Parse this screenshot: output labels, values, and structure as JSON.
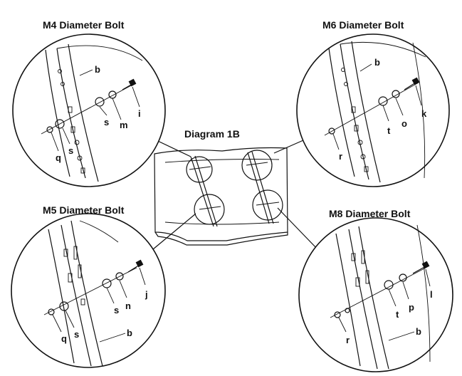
{
  "center": {
    "title": "Diagram 1B"
  },
  "details": [
    {
      "id": "m4",
      "title": "M4 Diameter Bolt",
      "labels": {
        "bracket": "b",
        "spacer": "s",
        "washer": "m",
        "bolt": "i",
        "nut": "q",
        "spacer2": "s"
      }
    },
    {
      "id": "m6",
      "title": "M6 Diameter Bolt",
      "labels": {
        "bracket": "b",
        "spacer": "t",
        "washer": "o",
        "bolt": "k",
        "nut": "r"
      }
    },
    {
      "id": "m5",
      "title": "M5 Diameter Bolt",
      "labels": {
        "bracket": "b",
        "spacer": "s",
        "washer": "n",
        "bolt": "j",
        "nut": "q",
        "spacer2": "s"
      }
    },
    {
      "id": "m8",
      "title": "M8 Diameter Bolt",
      "labels": {
        "bracket": "b",
        "spacer": "t",
        "washer": "p",
        "bolt": "l",
        "nut": "r"
      }
    }
  ]
}
